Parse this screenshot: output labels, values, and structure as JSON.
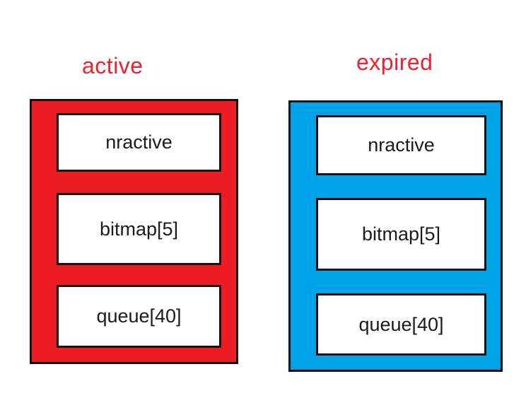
{
  "diagram": {
    "background_color": "#ffffff",
    "border_color": "#0f0f0f",
    "item_text_color": "#1b1b1b",
    "label_color": "#ee2130",
    "containers": [
      {
        "label": "active",
        "fill_color": "#ed1c24",
        "items": [
          "nractive",
          "bitmap[5]",
          "queue[40]"
        ]
      },
      {
        "label": "expired",
        "fill_color": "#00a2e8",
        "items": [
          "nractive",
          "bitmap[5]",
          "queue[40]"
        ]
      }
    ]
  }
}
